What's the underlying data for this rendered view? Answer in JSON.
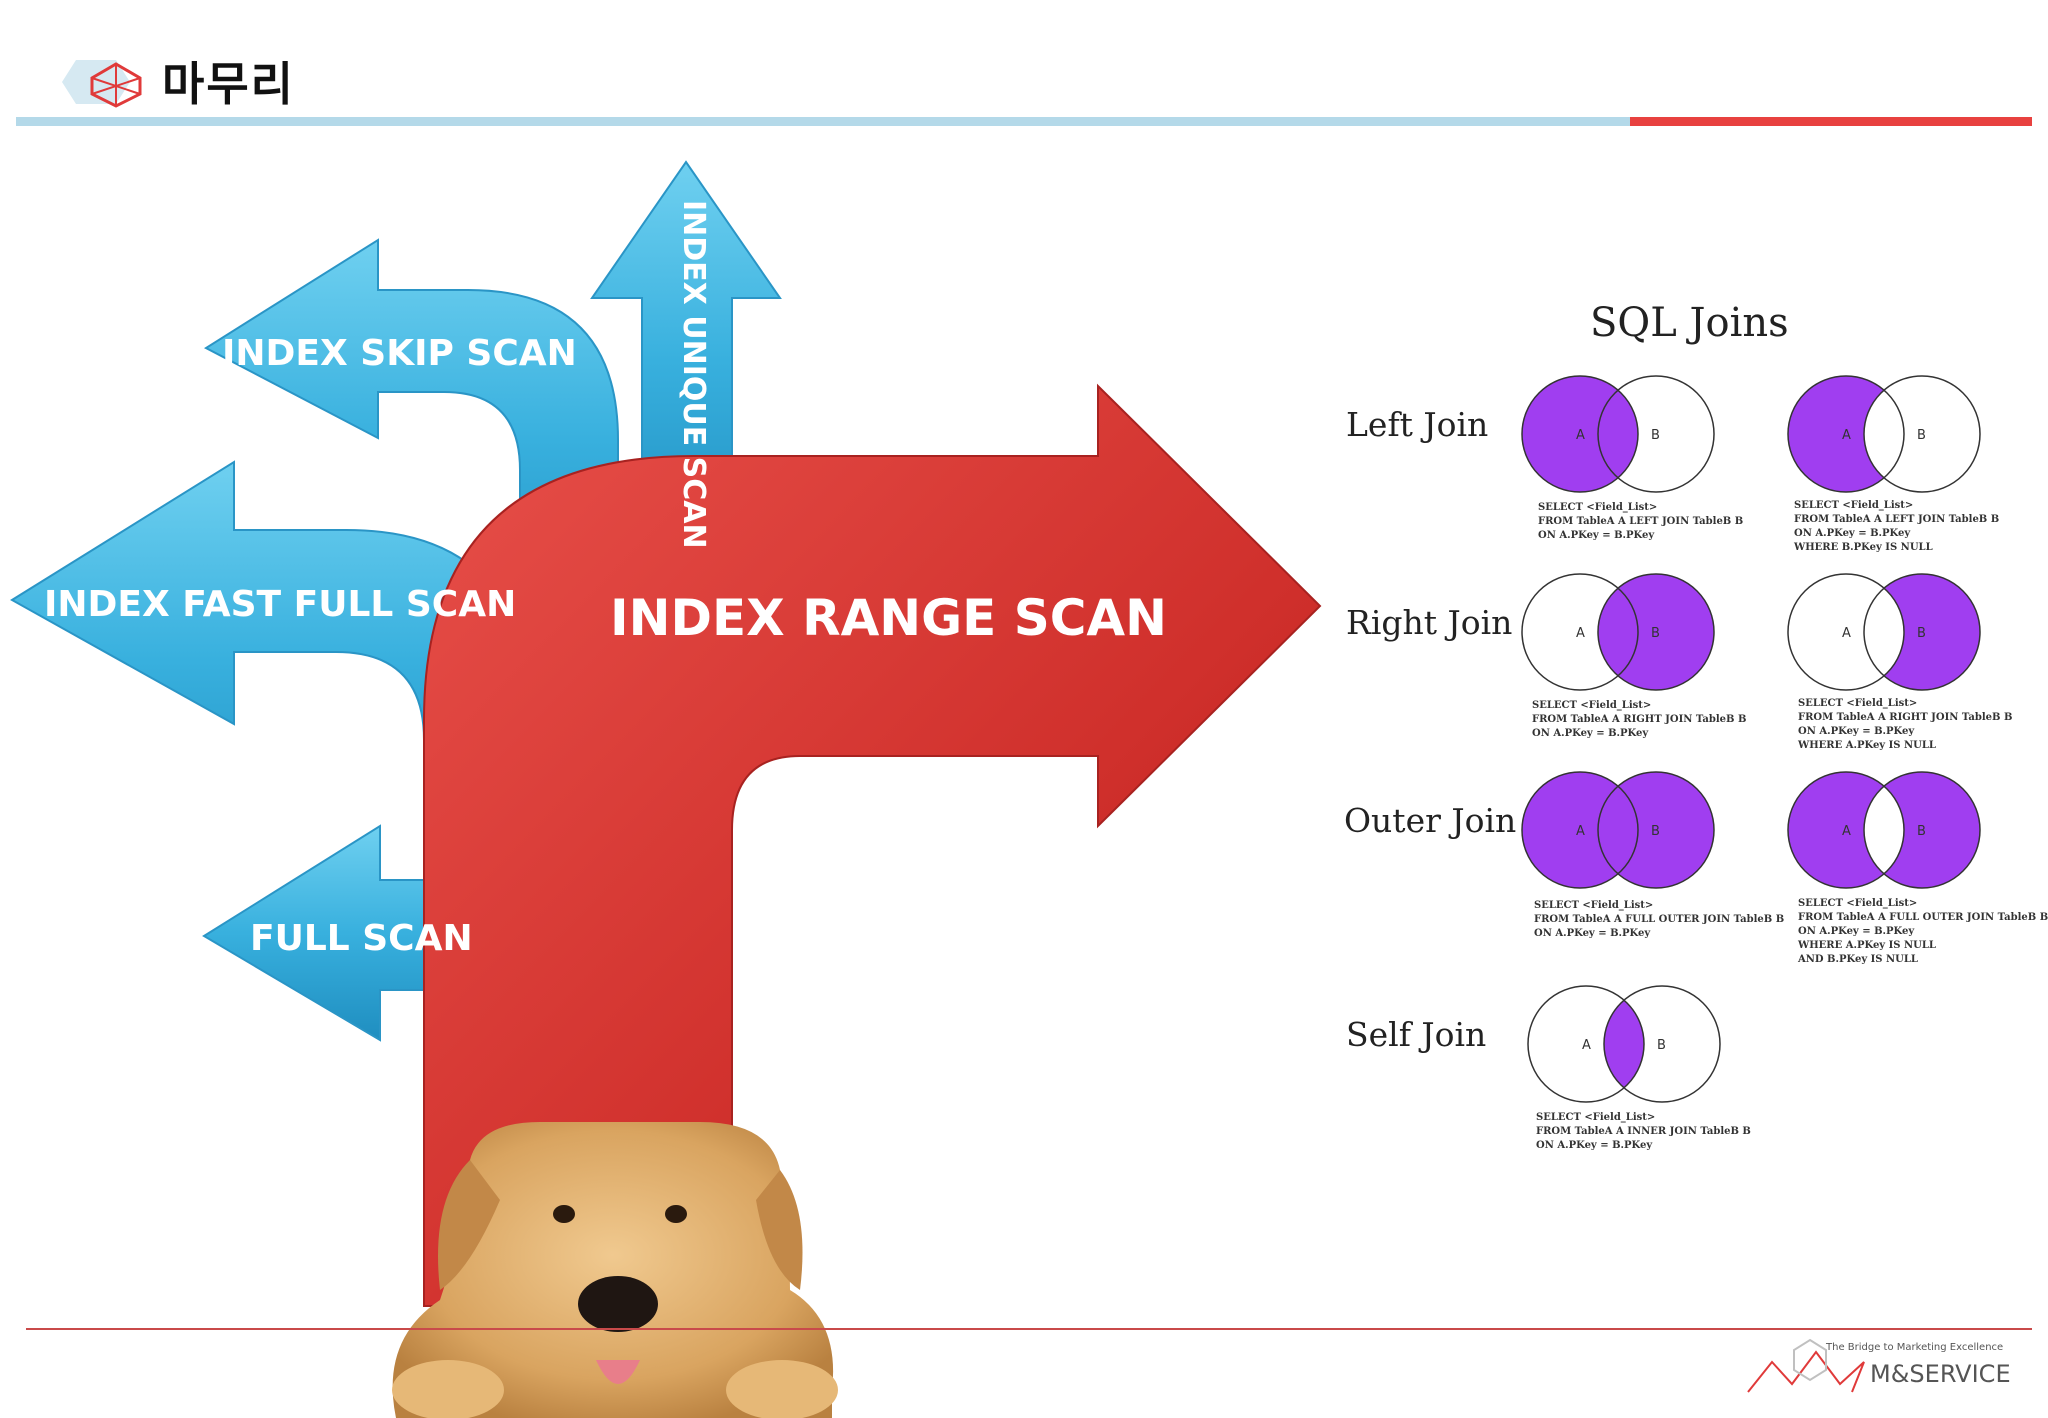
{
  "header": {
    "title": "마무리"
  },
  "arrows": {
    "skip": "INDEX SKIP SCAN",
    "unique": "INDEX UNIQUE SCAN",
    "fast_full": "INDEX FAST FULL SCAN",
    "full": "FULL SCAN",
    "range": "INDEX RANGE SCAN"
  },
  "sql_joins": {
    "title": "SQL Joins",
    "left": {
      "name": "Left Join",
      "a": [
        "SELECT <Field_List>",
        "FROM TableA A LEFT JOIN TableB B",
        "ON A.PKey = B.PKey"
      ],
      "b": [
        "SELECT <Field_List>",
        "FROM TableA A LEFT JOIN TableB B",
        "ON A.PKey = B.PKey",
        "WHERE B.PKey IS NULL"
      ]
    },
    "right": {
      "name": "Right Join",
      "a": [
        "SELECT <Field_List>",
        "FROM TableA A RIGHT JOIN TableB B",
        "ON A.PKey = B.PKey"
      ],
      "b": [
        "SELECT <Field_List>",
        "FROM TableA A RIGHT JOIN TableB B",
        "ON A.PKey = B.PKey",
        "WHERE A.PKey IS NULL"
      ]
    },
    "outer": {
      "name": "Outer Join",
      "a": [
        "SELECT <Field_List>",
        "FROM TableA A FULL OUTER JOIN TableB B",
        "ON A.PKey = B.PKey"
      ],
      "b": [
        "SELECT <Field_List>",
        "FROM TableA A FULL OUTER JOIN TableB B",
        "ON A.PKey = B.PKey",
        "WHERE A.PKey IS NULL",
        "AND B.PKey IS NULL"
      ]
    },
    "self": {
      "name": "Self Join",
      "a": [
        "SELECT <Field_List>",
        "FROM TableA A INNER JOIN TableB B",
        "ON A.PKey = B.PKey"
      ]
    },
    "letter_a": "A",
    "letter_b": "B"
  },
  "logo": {
    "tagline": "The Bridge to Marketing Excellence",
    "name": "M&SERVICE"
  },
  "colors": {
    "blue_arrow": "#3fb6e0",
    "red_arrow": "#d63a36",
    "venn_fill": "#a03ef0",
    "accent_red": "#e8413f",
    "accent_blue": "#b4d9e9"
  }
}
